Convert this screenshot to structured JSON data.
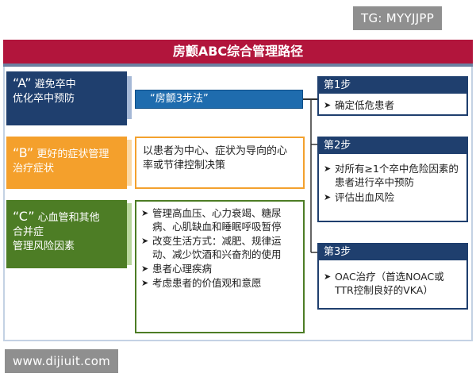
{
  "watermarks": {
    "top": "TG: MYYJJPP",
    "bottom": "www.dijiuit.com"
  },
  "title": "房颤ABC综合管理路径",
  "left_boxes": {
    "a": {
      "letter": "“A”",
      "line1": "避免卒中",
      "line2": "优化卒中预防"
    },
    "b": {
      "letter": "“B”",
      "line1": "更好的症状管理",
      "line2": "治疗症状"
    },
    "c": {
      "letter": "“C”",
      "line1": "心血管和其他",
      "line2": "合并症",
      "line3": "管理风险因素"
    }
  },
  "middle": {
    "three_step_label": "“房颤3步法”",
    "b_text": "以患者为中心、症状为导向的心率或节律控制决策",
    "c_items": [
      "管理高血压、心力衰竭、糖尿病、心肌缺血和睡眠呼吸暂停",
      "改变生活方式：减肥、规律运动、减少饮酒和兴奋剂的使用",
      "患者心理疾病",
      "考虑患者的价值观和意愿"
    ]
  },
  "steps": [
    {
      "title": "第1步",
      "items": [
        "确定低危患者"
      ]
    },
    {
      "title": "第2步",
      "items": [
        "对所有≥1个卒中危险因素的患者进行卒中预防",
        "评估出血风险"
      ]
    },
    {
      "title": "第3步",
      "items": [
        "OAC治疗（首选NOAC或TTR控制良好的VKA）"
      ]
    }
  ],
  "colors": {
    "title_bar": "#b2153c",
    "navy": "#1f3f6e",
    "orange": "#f4a02c",
    "green": "#4d7d25",
    "blue_bar": "#1f6cae"
  },
  "icons": {
    "bullet": "arrow-bullet-icon"
  }
}
